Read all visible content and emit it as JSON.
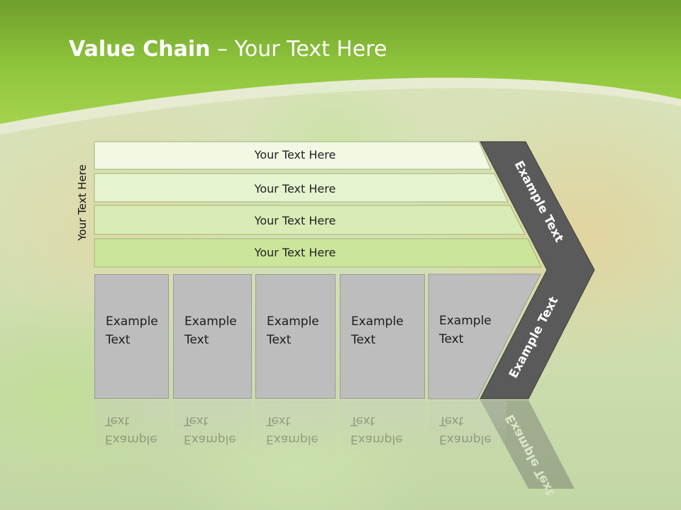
{
  "title": {
    "bold": "Value Chain",
    "rest": " – Your Text Here"
  },
  "side_label": "Your Text Here",
  "bars": [
    {
      "label": "Your Text Here"
    },
    {
      "label": "Your Text Here"
    },
    {
      "label": "Your Text Here"
    },
    {
      "label": "Your Text Here"
    }
  ],
  "chevron": {
    "top_label": "Example Text",
    "bottom_label": "Example Text"
  },
  "boxes": [
    {
      "line1": "Example",
      "line2": "Text"
    },
    {
      "line1": "Example",
      "line2": "Text"
    },
    {
      "line1": "Example",
      "line2": "Text"
    },
    {
      "line1": "Example",
      "line2": "Text"
    },
    {
      "line1": "Example",
      "line2": "Text"
    }
  ],
  "colors": {
    "header_green": "#8fc63c",
    "bar_fills": [
      "#f1f8e4",
      "#e6f3cf",
      "#d9ecb5",
      "#cbe69a"
    ],
    "chevron": "#5a5a5a",
    "box_fill": "#bdbdbd"
  }
}
